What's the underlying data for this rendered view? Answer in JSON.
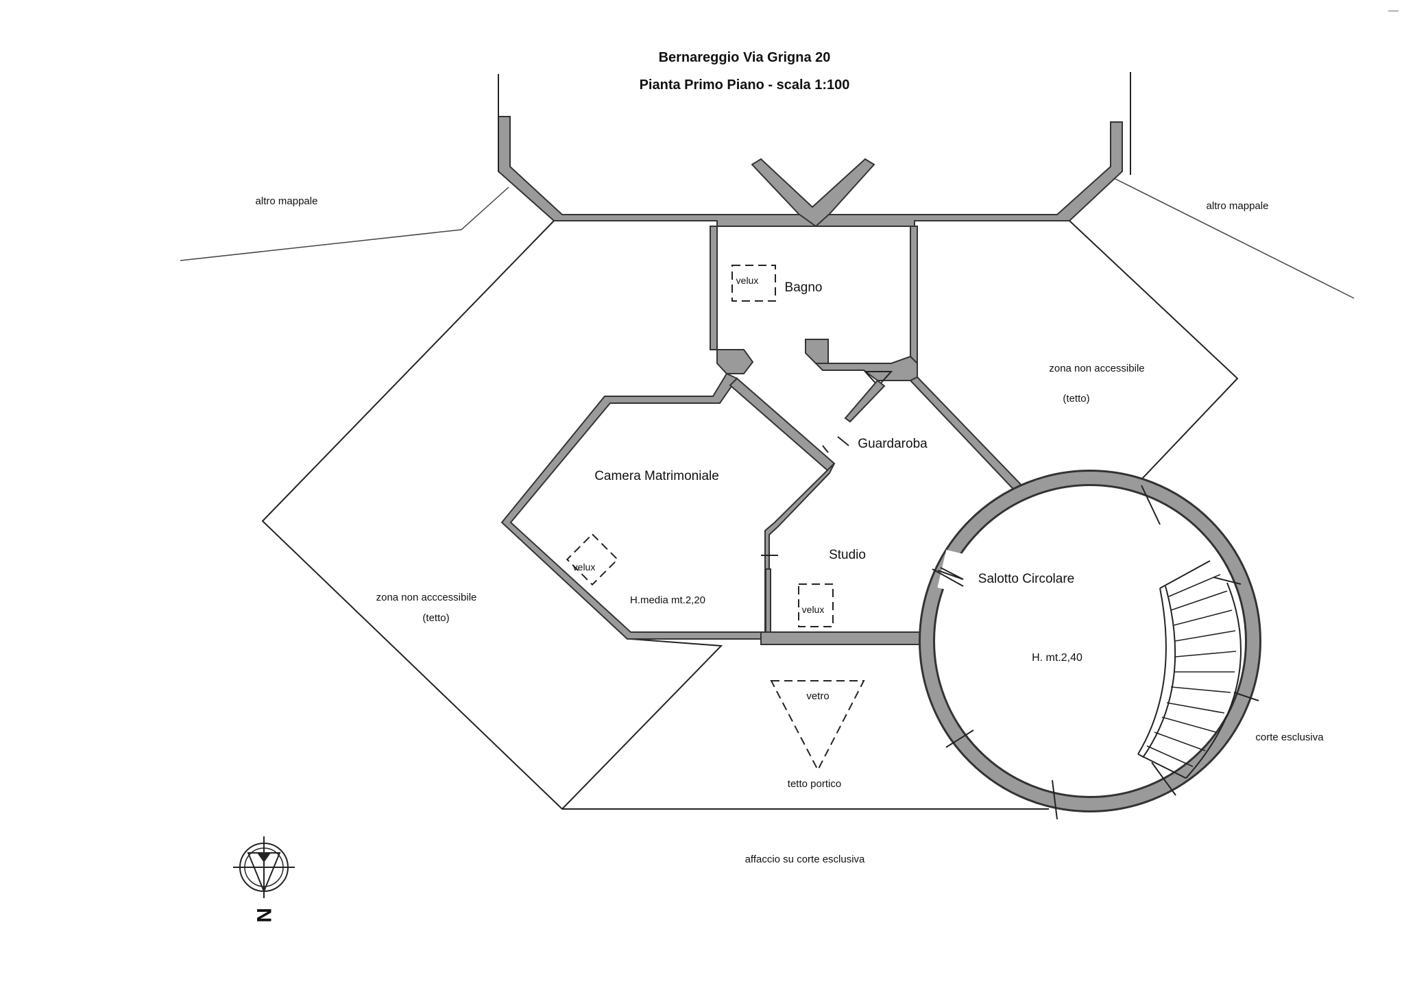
{
  "title_line1": "Bernareggio Via Grigna 20",
  "title_line2": "Pianta Primo Piano - scala 1:100",
  "labels": {
    "altro_mappale_left": "altro mappale",
    "altro_mappale_right": "altro mappale",
    "bagno": "Bagno",
    "velux_bagno": "velux",
    "zona_right": "zona non accessibile",
    "tetto_right": "(tetto)",
    "guardaroba": "Guardaroba",
    "camera": "Camera Matrimoniale",
    "velux_camera": "velux",
    "hmedia": "H.media mt.2,20",
    "studio": "Studio",
    "velux_studio": "velux",
    "salotto": "Salotto Circolare",
    "hsalotto": "H. mt.2,40",
    "zona_left": "zona non acccessibile",
    "tetto_left": "(tetto)",
    "vetro": "vetro",
    "tetto_portico": "tetto portico",
    "corte_esclusiva": "corte esclusiva",
    "affaccio": "affaccio su corte esclusiva",
    "north": "N"
  },
  "colors": {
    "wall_fill": "#9a9a9a",
    "ink": "#222222"
  }
}
